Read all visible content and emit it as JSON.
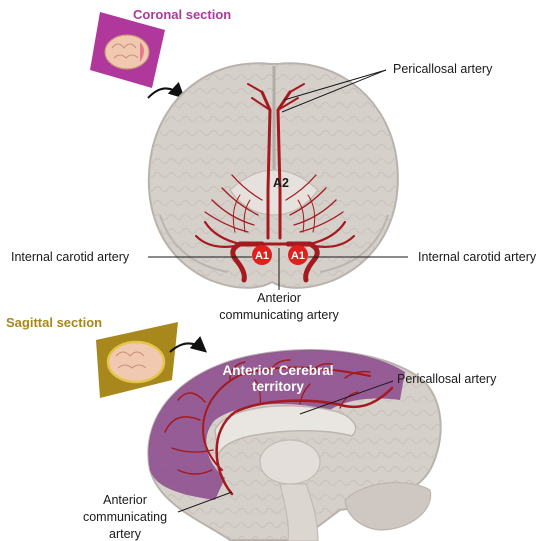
{
  "coronal": {
    "section_title": "Coronal section",
    "pericallosal_label": "Pericallosal artery",
    "a2_label": "A2",
    "left_ica_label": "Internal carotid artery",
    "right_ica_label": "Internal carotid artery",
    "a1_left": "A1",
    "a1_right": "A1",
    "acom_line1": "Anterior",
    "acom_line2": "communicating artery"
  },
  "sagittal": {
    "section_title": "Sagittal section",
    "territory_line1": "Anterior Cerebral",
    "territory_line2": "territory",
    "pericallosal_label": "Pericallosal artery",
    "acom_line1": "Anterior",
    "acom_line2": "communicating",
    "acom_line3": "artery"
  },
  "colors": {
    "coronal_accent": "#b0379b",
    "sagittal_accent": "#a8871c",
    "artery": "#a51a1f",
    "a1_badge": "#e0201c",
    "territory": "#8e4f8f",
    "brain_tissue": "#d6d0cb"
  }
}
